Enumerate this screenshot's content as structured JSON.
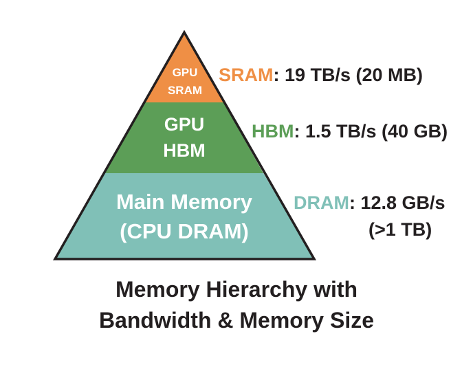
{
  "colors": {
    "sram": "#ef8f45",
    "hbm": "#5c9e57",
    "dram": "#80c0b7",
    "outline": "#231f20",
    "text": "#231f20",
    "tier_text": "#ffffff"
  },
  "pyramid": {
    "tiers": [
      {
        "key": "sram",
        "lines": [
          "GPU",
          "SRAM"
        ]
      },
      {
        "key": "hbm",
        "lines": [
          "GPU",
          "HBM"
        ]
      },
      {
        "key": "dram",
        "lines": [
          "Main Memory",
          "(CPU DRAM)"
        ]
      }
    ]
  },
  "annotations": {
    "sram": {
      "name": "SRAM",
      "value": ": 19 TB/s (20 MB)"
    },
    "hbm": {
      "name": "HBM",
      "value": ": 1.5 TB/s (40 GB)"
    },
    "dram": {
      "name": "DRAM",
      "value": ": 12.8 GB/s",
      "value2": "(>1 TB)"
    }
  },
  "caption": {
    "line1": "Memory Hierarchy with",
    "line2": "Bandwidth & Memory Size"
  }
}
